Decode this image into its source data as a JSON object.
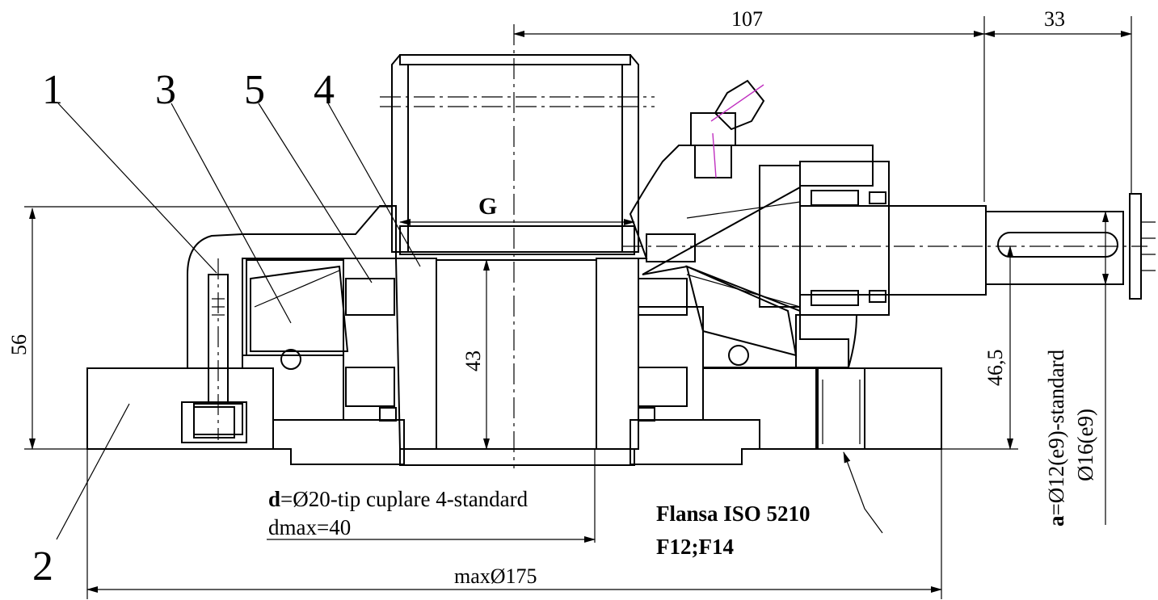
{
  "labels": {
    "part_1": "1",
    "part_2": "2",
    "part_3": "3",
    "part_4": "4",
    "part_5": "5",
    "dim_107": "107",
    "dim_33": "33",
    "dim_56": "56",
    "dim_43": "43",
    "dim_46_5": "46,5",
    "dim_G": "G",
    "dim_max_dia": "maxØ175",
    "shaft_note_prefix": "a",
    "shaft_note_rest": "=Ø12(e9)-standard",
    "shaft_note_2": "Ø16(e9)",
    "bore_note_prefix": "d",
    "bore_note_rest": "=Ø20-tip cuplare 4-standard",
    "bore_note_2": "dmax=40",
    "flange_line_1": "Flansa ISO 5210",
    "flange_line_2": "F12;F14"
  },
  "colors": {
    "line": "#000000",
    "background": "#ffffff",
    "centerline_accent": "#c030c0"
  }
}
